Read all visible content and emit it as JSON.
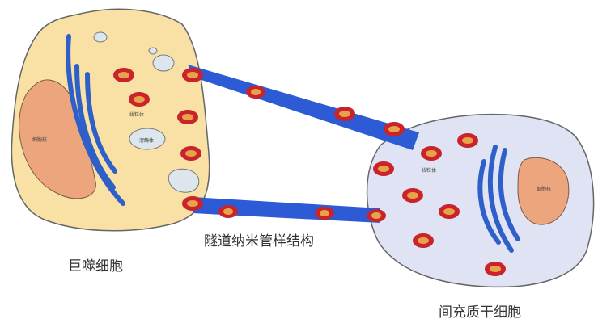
{
  "labels": {
    "macrophage": "巨噬细胞",
    "msc": "间充质干细胞",
    "tunnel": "隧道纳米管样结构",
    "mac_nucleus": "细胞核",
    "mac_mito": "线粒体",
    "mac_organelle": "溶酶体",
    "msc_mito": "线粒体",
    "msc_nucleus": "细胞核"
  },
  "colors": {
    "macrophage_fill": "#f9e1a6",
    "macrophage_nucleus": "#eda57e",
    "msc_fill": "#dfe3f3",
    "msc_nucleus": "#eda57e",
    "er_blue": "#2f5fc8",
    "tube_blue": "#2d5bd6",
    "mito_red": "#c8242a",
    "mito_inner": "#e9a24c",
    "vesicle": "#dde6ec"
  }
}
